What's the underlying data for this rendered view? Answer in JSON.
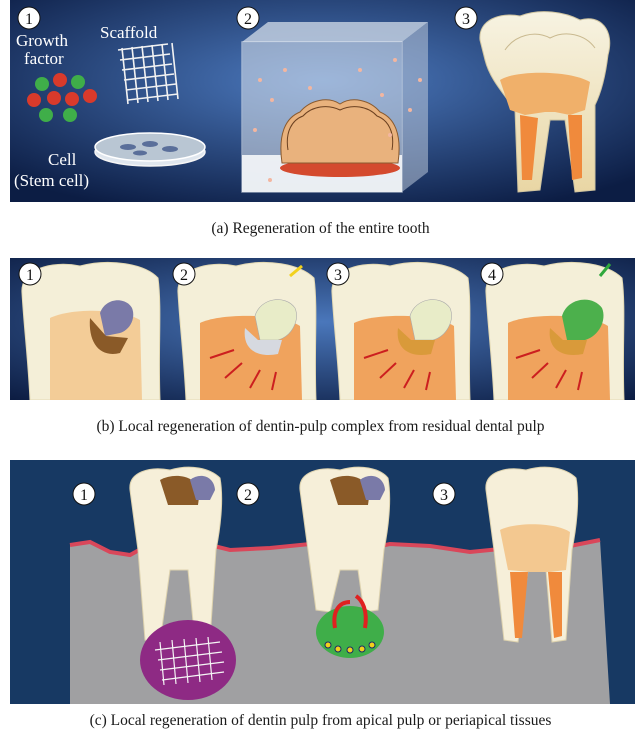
{
  "panel_a": {
    "step_numbers": [
      "1",
      "2",
      "3"
    ],
    "labels": {
      "growth_factor_line1": "Growth",
      "growth_factor_line2": "factor",
      "scaffold": "Scaffold",
      "cell_line1": "Cell",
      "cell_line2": "(Stem cell)"
    },
    "caption": "(a)  Regeneration of the entire tooth"
  },
  "panel_b": {
    "step_numbers": [
      "1",
      "2",
      "3",
      "4"
    ],
    "caption": "(b)  Local regeneration of dentin-pulp complex from residual dental pulp"
  },
  "panel_c": {
    "step_numbers": [
      "1",
      "2",
      "3"
    ],
    "caption": "(c)  Local regeneration of dentin pulp from apical pulp or periapical tissues"
  },
  "colors": {
    "panel_bg_light": "#3f6aa8",
    "panel_bg_dark": "#0d1f45",
    "enamel": "#f3f0dc",
    "dentin": "#f4c98a",
    "pulp": "#f08a3c",
    "gum": "#d9475a",
    "bone": "#9a9a9a",
    "scaffold_purple": "#8e2a84",
    "green": "#3fae49"
  }
}
